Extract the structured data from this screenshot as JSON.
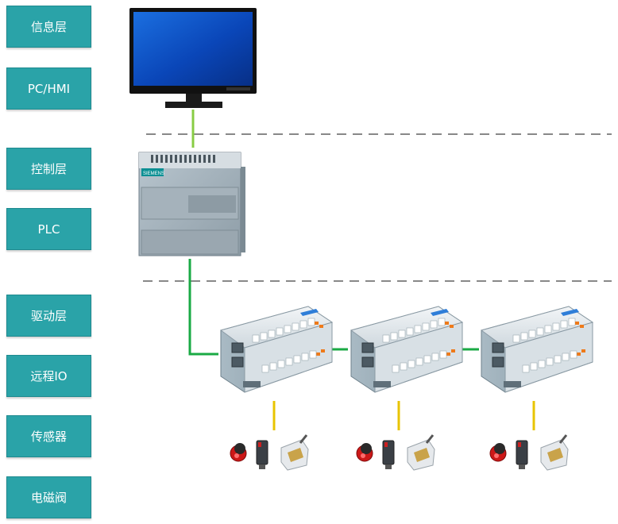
{
  "layers": [
    {
      "label": "信息层"
    },
    {
      "label": "PC/HMI"
    },
    {
      "label": "控制层"
    },
    {
      "label": "PLC"
    },
    {
      "label": "驱动层"
    },
    {
      "label": "远程IO"
    },
    {
      "label": "传感器"
    },
    {
      "label": "电磁阀"
    }
  ],
  "plc_brand": "SIEMENS",
  "colors": {
    "label_bg": "#2aa3a8",
    "ethernet_line": "#88cc44",
    "bus_line": "#1aaa44",
    "io_line": "#e8c400",
    "divider": "#888888"
  }
}
